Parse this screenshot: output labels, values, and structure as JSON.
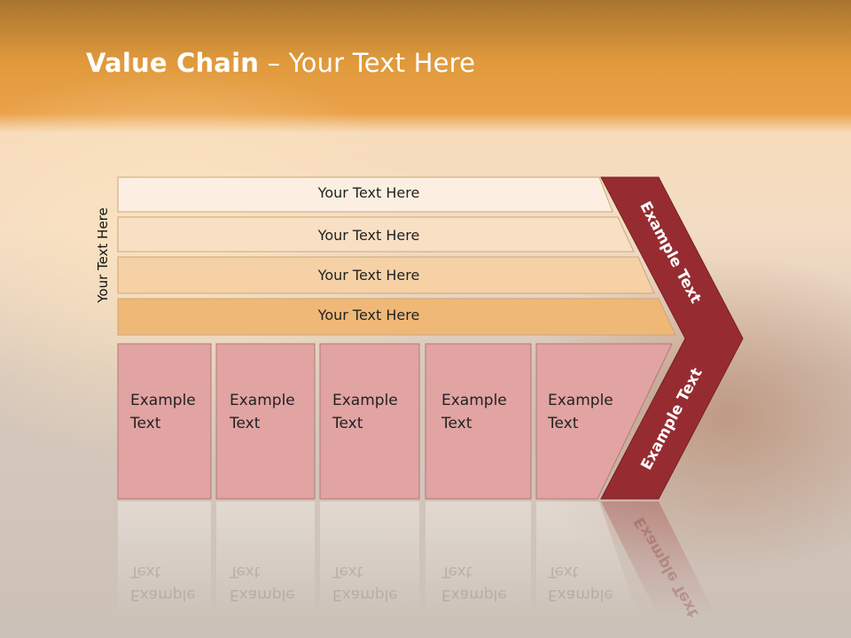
{
  "slide": {
    "title_bold": "Value Chain",
    "title_rest": " – Your Text Here",
    "side_label": "Your Text Here"
  },
  "rows": [
    {
      "label": "Your Text Here"
    },
    {
      "label": "Your Text Here"
    },
    {
      "label": "Your Text Here"
    },
    {
      "label": "Your Text Here"
    }
  ],
  "boxes": [
    {
      "line1": "Example",
      "line2": "Text"
    },
    {
      "line1": "Example",
      "line2": "Text"
    },
    {
      "line1": "Example",
      "line2": "Text"
    },
    {
      "line1": "Example",
      "line2": "Text"
    },
    {
      "line1": "Example",
      "line2": "Text"
    }
  ],
  "chevron": {
    "upper_label": "Example Text",
    "lower_label": "Example Text"
  },
  "colors": {
    "row_fills": [
      "#fcefe2",
      "#f9e0c5",
      "#f6d1a5",
      "#f0b876"
    ],
    "box_fill": "#e2a3a3",
    "chevron_fill": "#962c31"
  }
}
